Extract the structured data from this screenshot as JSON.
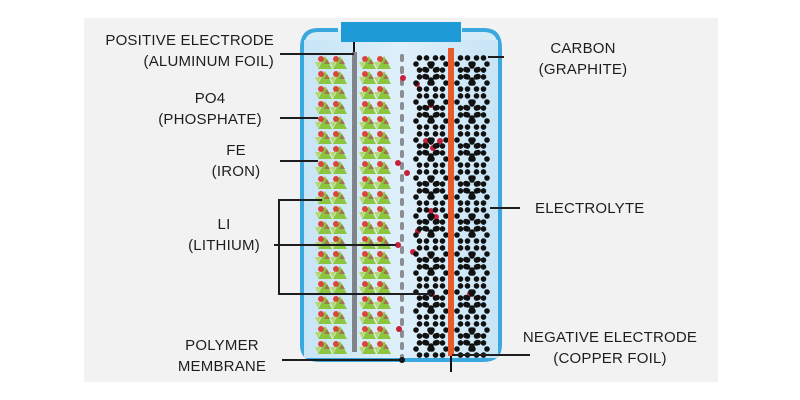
{
  "title": "Lithium Iron Phosphate (LiFePO4) Battery Cell Diagram",
  "labels": {
    "positive_electrode": {
      "line1": "POSITIVE ELECTRODE",
      "line2": "(ALUMINUM FOIL)"
    },
    "phosphate": {
      "line1": "PO4",
      "line2": "(PHOSPHATE)"
    },
    "iron": {
      "line1": "FE",
      "line2": "(IRON)"
    },
    "lithium": {
      "line1": "LI",
      "line2": "(LITHIUM)"
    },
    "polymer_membrane": {
      "line1": "POLYMER",
      "line2": "MEMBRANE"
    },
    "carbon": {
      "line1": "CARBON",
      "line2": "(GRAPHITE)"
    },
    "electrolyte": {
      "line1": "ELECTROLYTE"
    },
    "negative_electrode": {
      "line1": "NEGATIVE ELECTRODE",
      "line2": "(COPPER FOIL)"
    }
  },
  "colors": {
    "background": "#f2f2f2",
    "cell_outline": "#3aa8dc",
    "electrolyte_fill": "#cfe8f7",
    "terminal": "#1e9ad6",
    "aluminum_foil": "#808488",
    "copper_foil": "#e85a2a",
    "phosphate_green": "#8cc63f",
    "iron_brown": "#a07850",
    "lithium_ion": "#d9473a",
    "li_ion_free": "#c8203a",
    "graphite": "#111111",
    "separator": "#8a8e92",
    "leader_line": "#1e1e1e"
  }
}
